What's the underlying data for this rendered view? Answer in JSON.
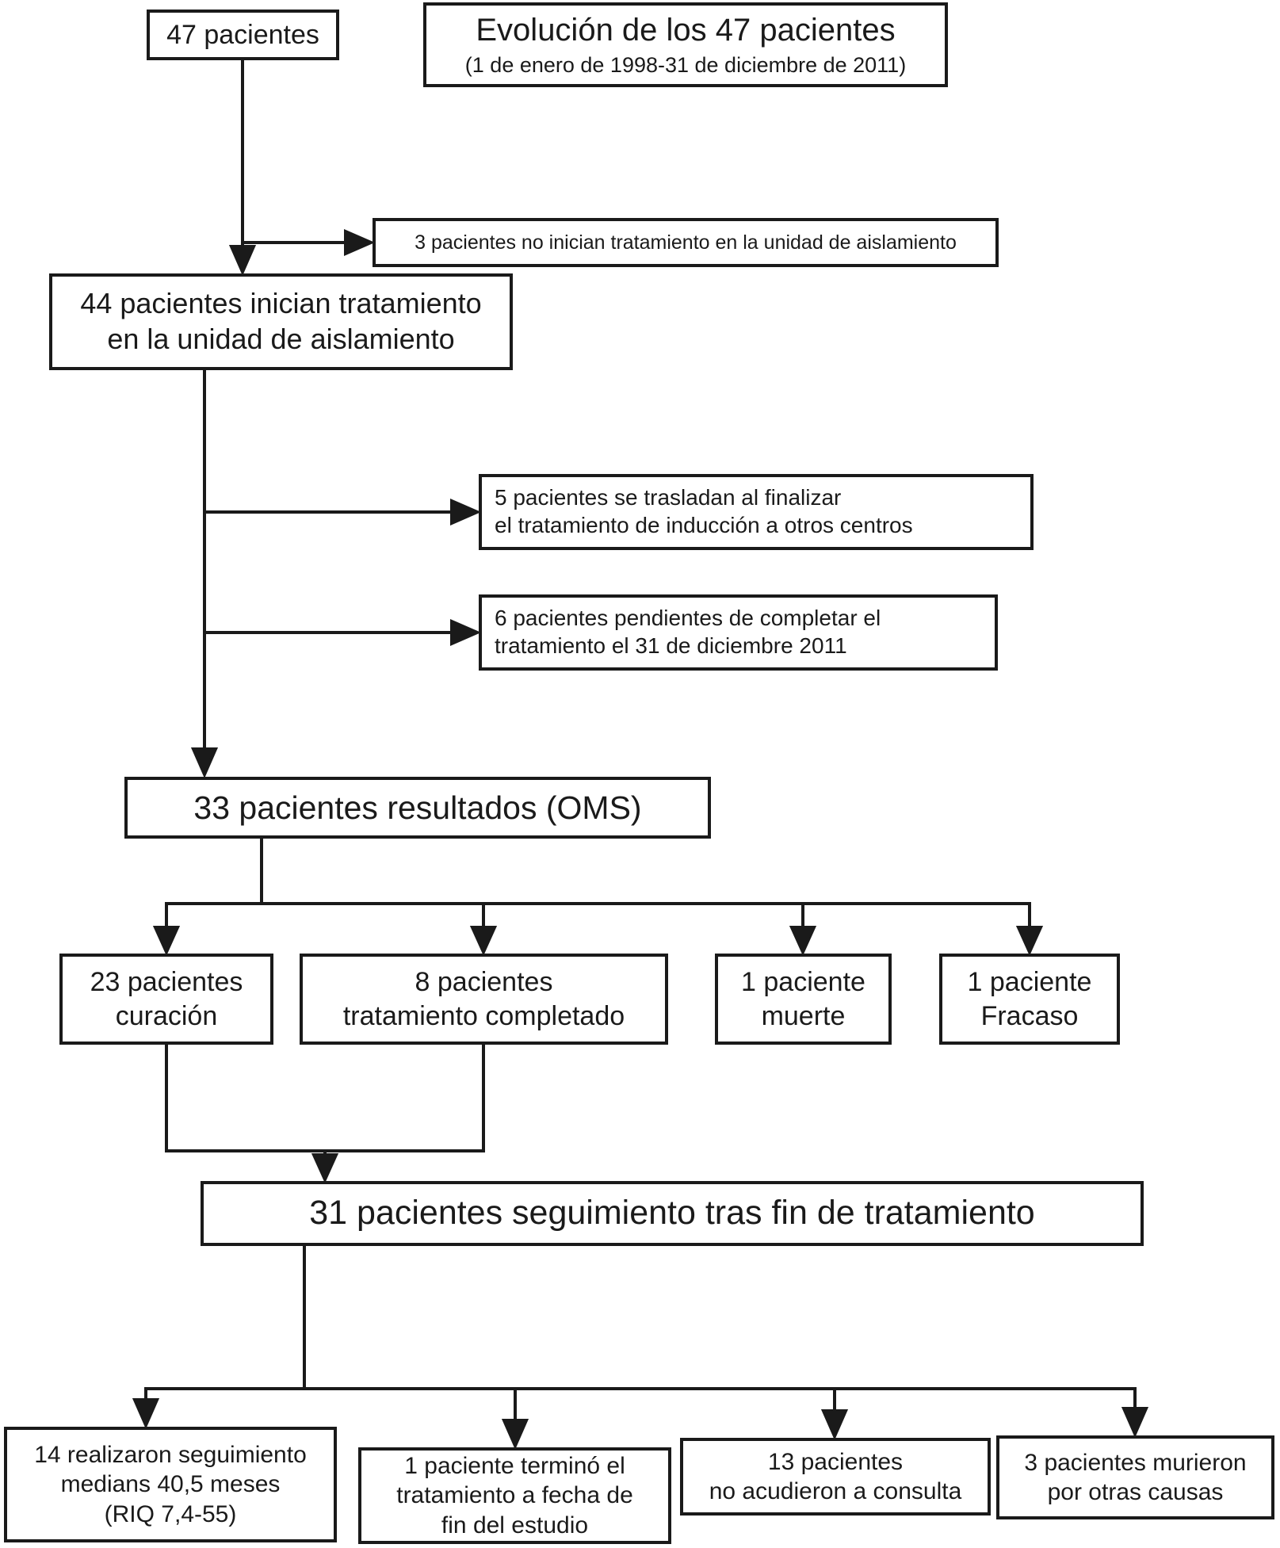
{
  "title_box": {
    "title": "Evolución de los 47 pacientes",
    "subtitle": "(1 de enero de 1998-31 de diciembre de 2011)"
  },
  "nodes": {
    "patients47": {
      "label": "47 pacientes"
    },
    "noStart3": {
      "label": "3 pacientes no inician tratamiento en la unidad de aislamiento"
    },
    "start44": {
      "line1": "44 pacientes inician tratamiento",
      "line2": "en la unidad de aislamiento"
    },
    "transfer5": {
      "line1": "5 pacientes se trasladan al finalizar",
      "line2": "el tratamiento de inducción a otros centros"
    },
    "pending6": {
      "line1": "6 pacientes pendientes de completar el",
      "line2": "tratamiento el 31 de diciembre 2011"
    },
    "results33": {
      "label": "33 pacientes resultados (OMS)"
    },
    "cured23": {
      "line1": "23 pacientes",
      "line2": "curación"
    },
    "completed8": {
      "line1": "8 pacientes",
      "line2": "tratamiento completado"
    },
    "death1": {
      "line1": "1 paciente",
      "line2": "muerte"
    },
    "failure1": {
      "line1": "1 paciente",
      "line2": "Fracaso"
    },
    "followup31": {
      "label": "31 pacientes seguimiento tras fin de tratamiento"
    },
    "followup14": {
      "line1": "14 realizaron seguimiento",
      "line2": "medians 40,5 meses",
      "line3": "(RIQ 7,4-55)"
    },
    "finished1": {
      "line1": "1 paciente terminó el",
      "line2": "tratamiento a fecha de",
      "line3": "fin del estudio"
    },
    "noConsult13": {
      "line1": "13 pacientes",
      "line2": "no acudieron a consulta"
    },
    "diedOther3": {
      "line1": "3 pacientes murieron",
      "line2": "por otras causas"
    }
  },
  "colors": {
    "ink": "#1a1a1a",
    "background": "#ffffff"
  }
}
